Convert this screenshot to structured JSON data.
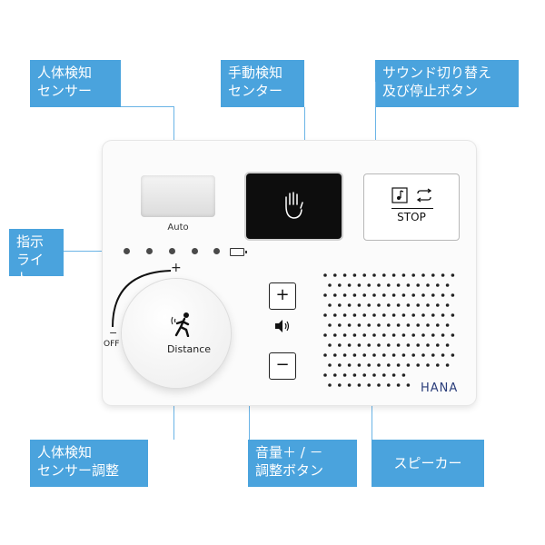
{
  "callouts": {
    "motion_sensor": "人体検知\nセンサー",
    "hand_sensor": "手動検知\nセンター",
    "sound_switch": "サウンド切り替え\n及び停止ボタン",
    "indicator": "指示\nライト",
    "sensor_adjust": "人体検知\nセンサー調整",
    "volume_buttons": "音量＋ / －\n調整ボタン",
    "speaker": "スピーカー"
  },
  "device": {
    "auto_label": "Auto",
    "stop_label": "STOP",
    "distance_label": "Distance",
    "plus_label": "+",
    "minus_label": "−",
    "off_label": "OFF",
    "vol_plus": "+",
    "vol_minus": "−",
    "brand": "HANA"
  },
  "colors": {
    "callout_bg": "#4aa3dd",
    "line": "#6ab4e6",
    "brand": "#2a3d7a"
  },
  "icons": [
    "hand-icon",
    "music-note-icon",
    "repeat-icon",
    "walking-person-icon",
    "speaker-icon",
    "battery-icon"
  ]
}
